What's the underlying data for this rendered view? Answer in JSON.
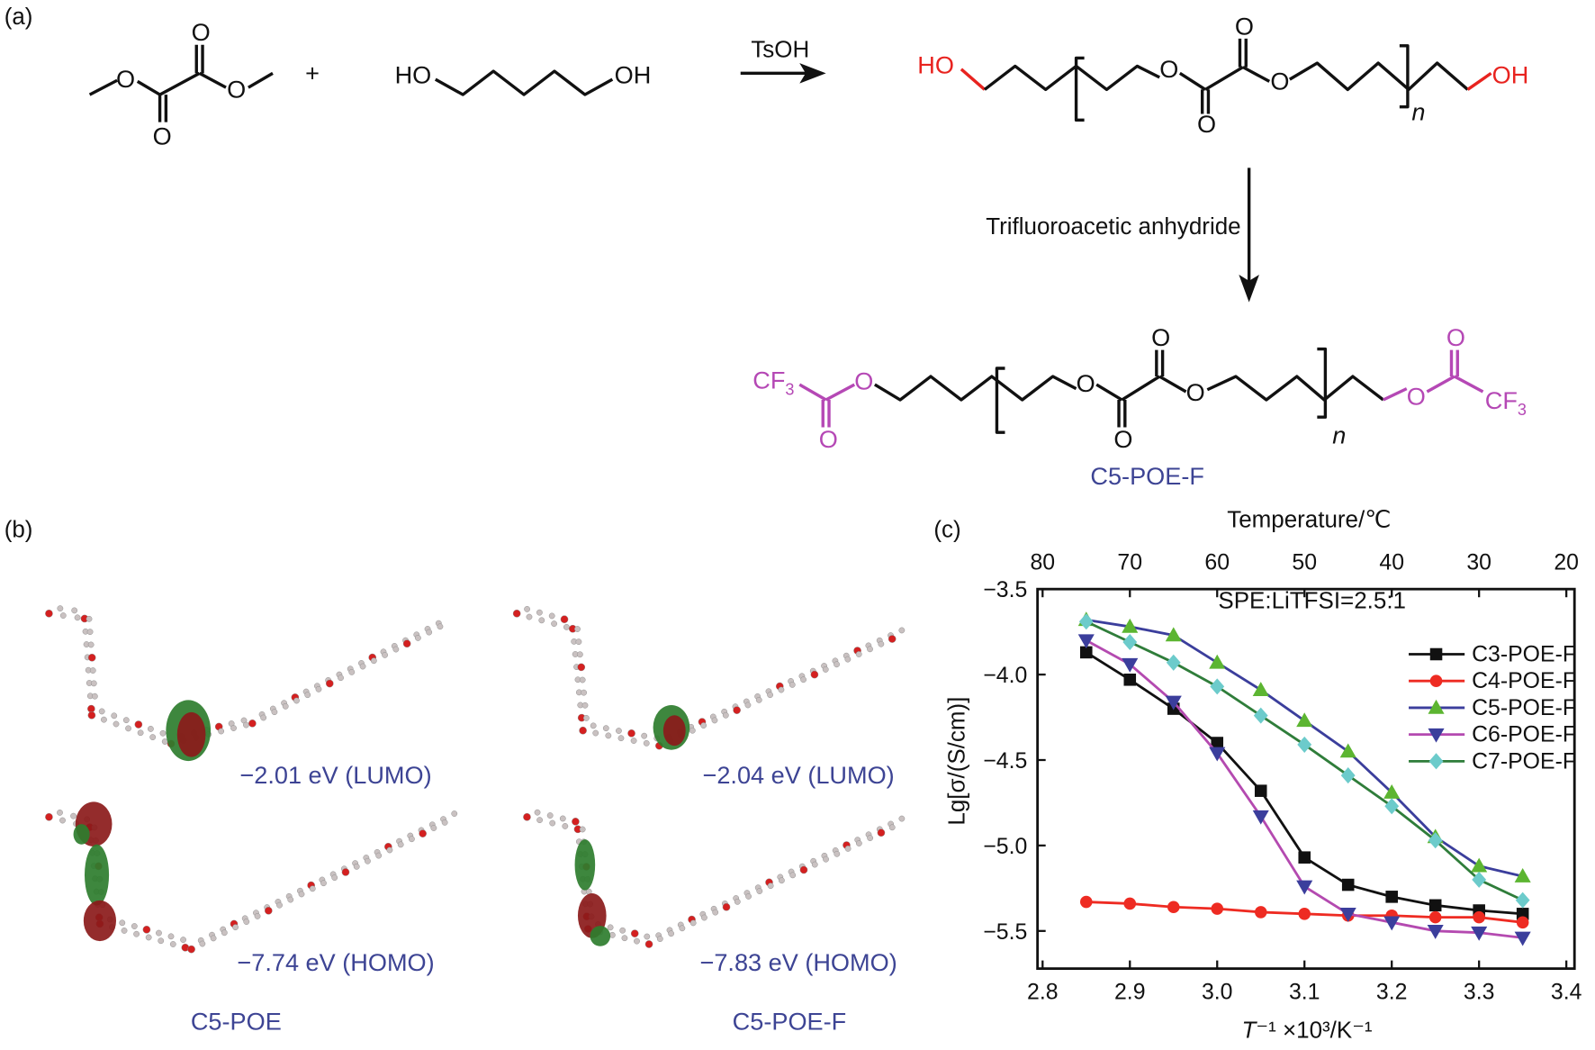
{
  "panels": {
    "a": "(a)",
    "b": "(b)",
    "c": "(c)"
  },
  "scheme": {
    "plus": "+",
    "reagent_1": "TsOH",
    "reagent_2": "Trifluoroacetic anhydride",
    "atom_O": "O",
    "HO": "HO",
    "OH": "OH",
    "CF3_main": "CF",
    "CF3_sub": "3",
    "repeat_unit": "n",
    "product_label": "C5-POE-F"
  },
  "orbitals": {
    "labels": [
      "−2.01 eV (LUMO)",
      "−2.04 eV (LUMO)",
      "−7.74 eV (HOMO)",
      "−7.83 eV (HOMO)"
    ],
    "names": [
      "C5-POE",
      "C5-POE-F"
    ]
  },
  "colors": {
    "end_group_oh": "#e8231f",
    "end_group_cf3": "#b548b5",
    "label_blue": "#3d4494",
    "orbital_positive": "#8b1a1a",
    "orbital_negative": "#2e7d2e"
  },
  "chart_data": {
    "type": "line",
    "annotation": "SPE:LiTFSI=2.5:1",
    "xlabel_main": "T",
    "xlabel_rest": "⁻¹ ×10³/K⁻¹",
    "ylabel": "Lg[σ/(S/cm)]",
    "top_axis_label": "Temperature/℃",
    "xlim": [
      2.8,
      3.4
    ],
    "ylim": [
      -5.72,
      -3.5
    ],
    "xticks": [
      "2.8",
      "2.9",
      "3.0",
      "3.1",
      "3.2",
      "3.3",
      "3.4"
    ],
    "yticks": [
      "−3.5",
      "−4.0",
      "−4.5",
      "−5.0",
      "−5.5"
    ],
    "ytick_values": [
      -3.5,
      -4.0,
      -4.5,
      -5.0,
      -5.5
    ],
    "top_ticks": [
      "80",
      "70",
      "60",
      "50",
      "40",
      "30",
      "20"
    ],
    "top_tick_values": [
      80,
      70,
      60,
      50,
      40,
      30,
      20
    ],
    "legend_position": "right",
    "x": [
      2.85,
      2.9,
      2.95,
      3.0,
      3.05,
      3.1,
      3.15,
      3.2,
      3.25,
      3.3,
      3.35
    ],
    "series": [
      {
        "name": "C3-POE-F",
        "line": "#111111",
        "marker": "square",
        "marker_color": "#111111",
        "values": [
          -3.87,
          -4.03,
          -4.2,
          -4.4,
          -4.68,
          -5.07,
          -5.23,
          -5.3,
          -5.35,
          -5.38,
          -5.4
        ]
      },
      {
        "name": "C4-POE-F",
        "line": "#ee2b22",
        "marker": "circle",
        "marker_color": "#ee2b22",
        "values": [
          -5.33,
          -5.34,
          -5.36,
          -5.37,
          -5.39,
          -5.4,
          -5.41,
          -5.41,
          -5.42,
          -5.42,
          -5.45
        ]
      },
      {
        "name": "C5-POE-F",
        "line": "#3b3e9c",
        "marker": "triangle-up",
        "marker_color": "#5cb531",
        "values": [
          -3.68,
          -3.72,
          -3.77,
          -3.93,
          -4.09,
          -4.27,
          -4.45,
          -4.69,
          -4.95,
          -5.12,
          -5.18
        ]
      },
      {
        "name": "C6-POE-F",
        "line": "#b44ab0",
        "marker": "triangle-down",
        "marker_color": "#3b3e9c",
        "values": [
          -3.8,
          -3.94,
          -4.16,
          -4.46,
          -4.83,
          -5.24,
          -5.4,
          -5.45,
          -5.5,
          -5.51,
          -5.54
        ]
      },
      {
        "name": "C7-POE-F",
        "line": "#2f7d3a",
        "marker": "diamond",
        "marker_color": "#6ccbcb",
        "values": [
          -3.69,
          -3.81,
          -3.93,
          -4.07,
          -4.24,
          -4.41,
          -4.59,
          -4.77,
          -4.97,
          -5.2,
          -5.32
        ]
      }
    ]
  }
}
